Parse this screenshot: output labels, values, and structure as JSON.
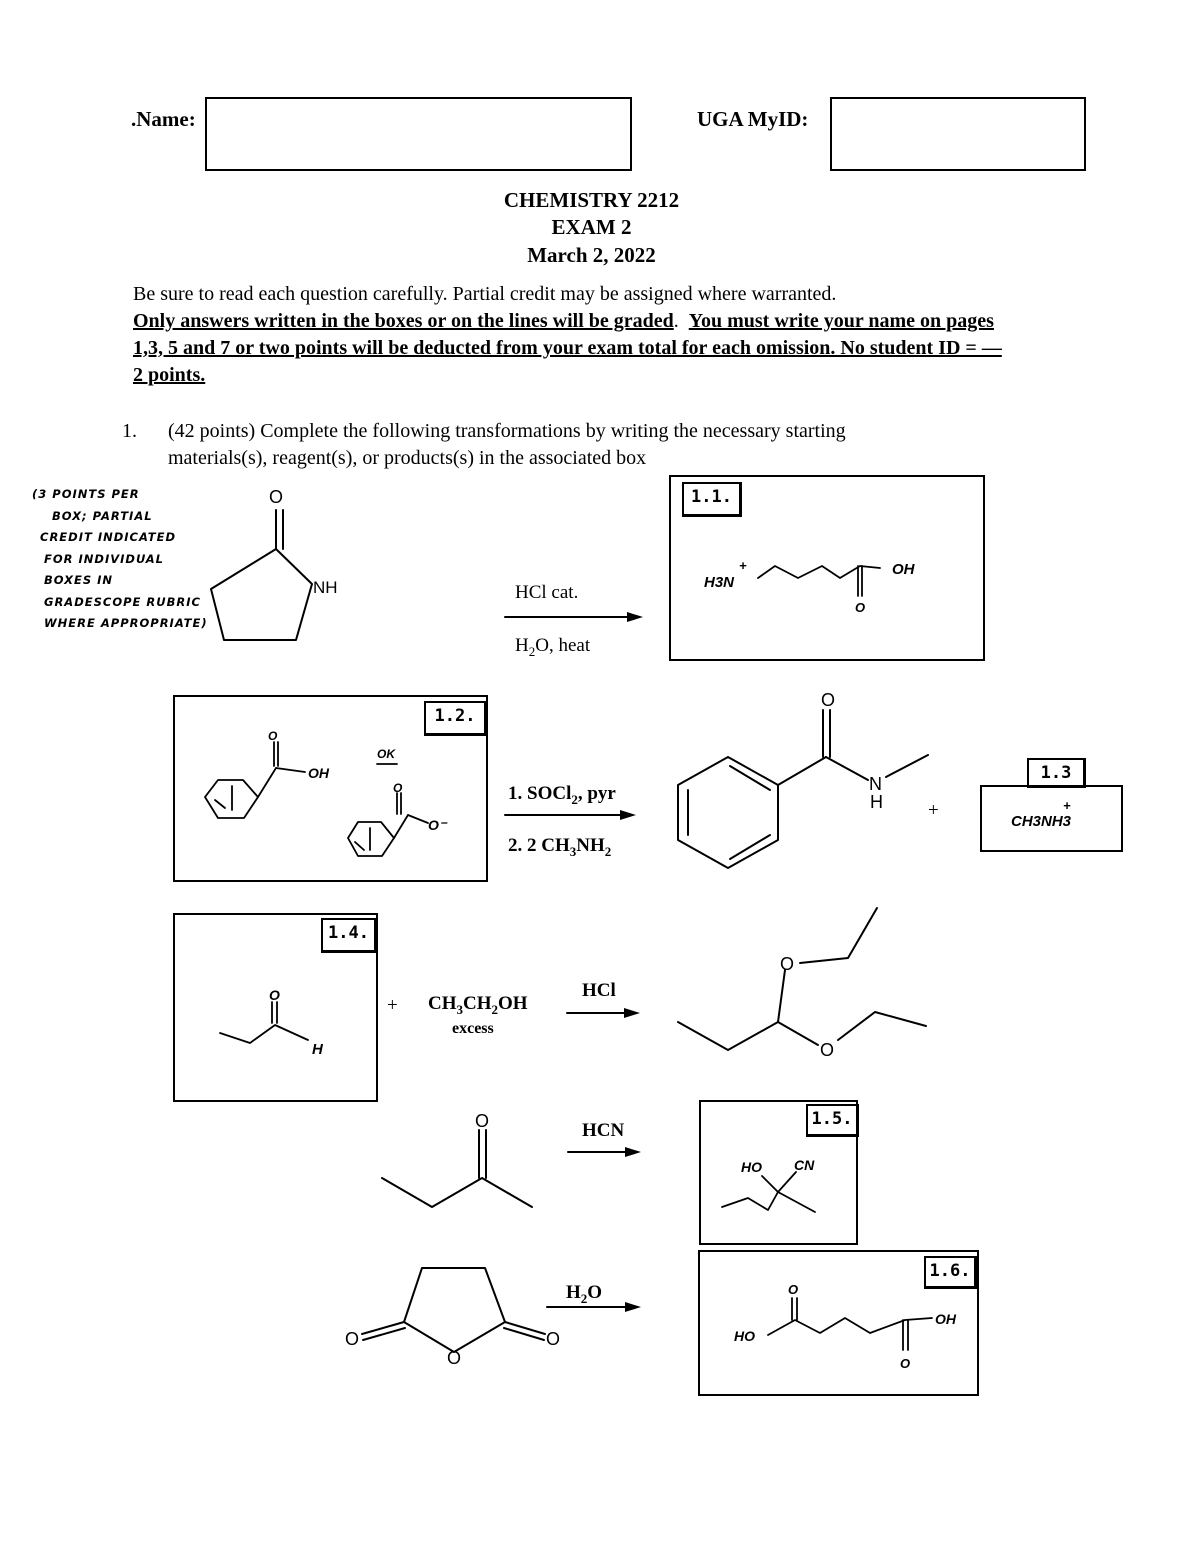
{
  "header": {
    "name_label": ".Name:",
    "myid_label": "UGA MyID:"
  },
  "title": {
    "course": "CHEMISTRY 2212",
    "exam": "EXAM 2",
    "date": "March 2, 2022"
  },
  "instructions": {
    "line1": "Be sure to read each question carefully.  Partial credit may be assigned where warranted.",
    "bold1": "Only answers written in the boxes or on the lines will be graded",
    "bold2": "You must write your name on pages 1,3, 5 and 7 or two points will be deducted from your exam total for each omission.  No student ID  =  — 2 points."
  },
  "question1": {
    "number": "1.",
    "text": "(42 points) Complete the following transformations by writing the necessary starting",
    "text_cont": "materials(s), reagent(s), or products(s) in the associated box"
  },
  "grading_note": {
    "lines": [
      "(3 POINTS PER",
      "BOX; PARTIAL",
      "CREDIT INDICATED",
      "FOR INDIVIDUAL",
      "BOXES IN",
      "GRADESCOPE RUBRIC",
      "WHERE APPROPRIATE)"
    ]
  },
  "boxes": {
    "b11": "1.1.",
    "b12": "1.2.",
    "b13": "1.3",
    "b14": "1.4.",
    "b15": "1.5.",
    "b16": "1.6."
  },
  "reactions": {
    "r1_top": "HCl cat.",
    "r1_bottom_pre": "H",
    "r1_bottom_sub": "2",
    "r1_bottom_post": "O, heat",
    "r2_line1": "1.  SOCl",
    "r2_line1_sub": "2",
    "r2_line1_post": ", pyr",
    "r2_line2": "2.  2 CH",
    "r2_line2_sub": "3",
    "r2_line2_mid": "NH",
    "r2_line2_sub2": "2",
    "plus": "+",
    "r4_reagent_a": "CH",
    "r4_reagent_b": "3",
    "r4_reagent_c": "CH",
    "r4_reagent_d": "2",
    "r4_reagent_e": "OH",
    "r4_excess": "excess",
    "r4_catalyst": "HCl",
    "r5_reagent": "HCN",
    "r6_reagent_a": "H",
    "r6_reagent_b": "2",
    "r6_reagent_c": "O"
  },
  "structure_labels": {
    "o": "O",
    "nh": "NH",
    "n": "N",
    "h": "H",
    "h3n": "H3N",
    "plus_sign": "+",
    "oh": "OH",
    "ok": "OK",
    "o_minus": "O⁻",
    "methylammonium": "CH3NH3",
    "ho": "HO",
    "cn": "CN"
  },
  "colors": {
    "ink": "#000000",
    "paper": "#ffffff"
  }
}
